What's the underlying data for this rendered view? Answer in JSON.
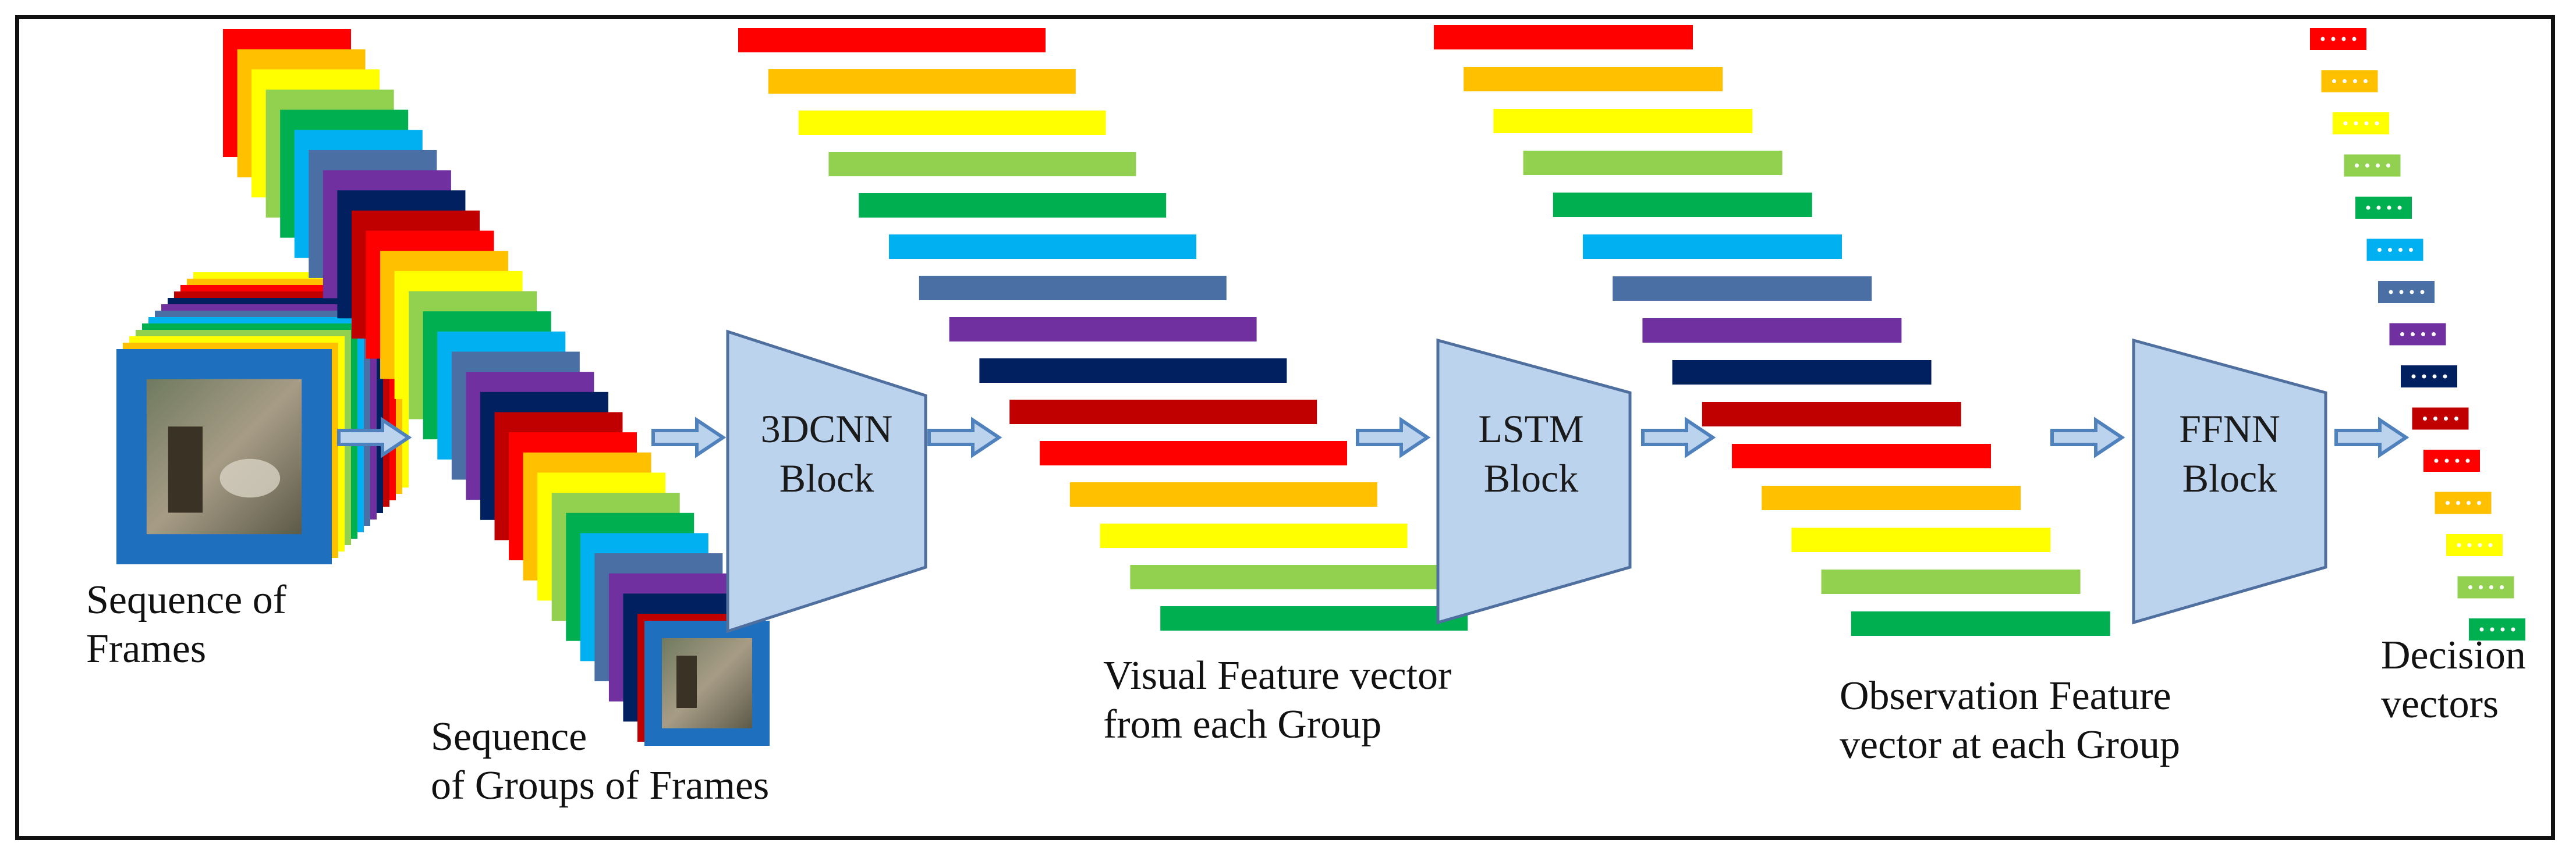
{
  "colors": {
    "palette": [
      "#ff0000",
      "#ffc000",
      "#ffff00",
      "#92d050",
      "#00b050",
      "#00b0f0",
      "#4a6fa5",
      "#7030a0",
      "#002060",
      "#c00000"
    ],
    "frame_border": "#1f6fbf",
    "block_fill": "#bcd3ee",
    "block_stroke": "#4f6f9f",
    "arrow": "#4f81bd"
  },
  "labels": {
    "sequence_of_frames": "Sequence of\nFrames",
    "sequence_of_groups": "Sequence\nof Groups of Frames",
    "visual_feature": "Visual Feature vector\nfrom each Group",
    "observation_feature": "Observation Feature\nvector at each Group",
    "decision": "Decision\nvectors"
  },
  "blocks": {
    "cnn": [
      "3DCNN",
      "Block"
    ],
    "lstm": [
      "LSTM",
      "Block"
    ],
    "ffnn": [
      "FFNN",
      "Block"
    ]
  },
  "icons": {
    "frame_photo": "video-frame-thumbnail-icon",
    "arrow": "right-arrow-icon",
    "dots": "ellipsis-icon"
  }
}
